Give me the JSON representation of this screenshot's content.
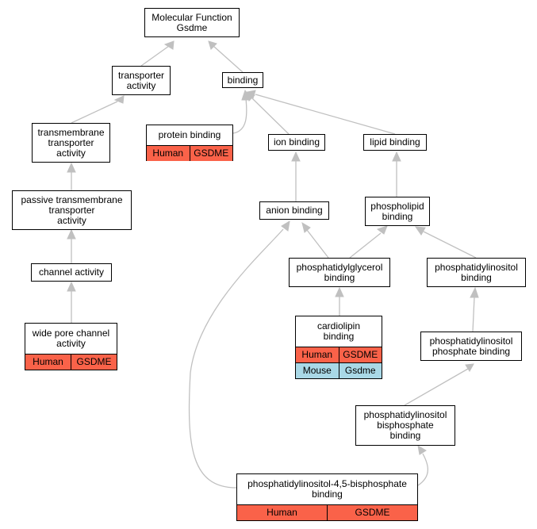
{
  "colors": {
    "edge": "#c0c0c0",
    "human_row": "#fa6249",
    "mouse_row": "#a9d8e6"
  },
  "nodes": {
    "root": {
      "label": "Molecular Function\nGsdme"
    },
    "transporter_activity": {
      "label": "transporter\nactivity"
    },
    "binding": {
      "label": "binding"
    },
    "transmembrane_transporter_activity": {
      "label": "transmembrane\ntransporter\nactivity"
    },
    "protein_binding": {
      "label": "protein binding",
      "rows": [
        {
          "species": "Human",
          "gene": "GSDME"
        }
      ]
    },
    "ion_binding": {
      "label": "ion binding"
    },
    "lipid_binding": {
      "label": "lipid binding"
    },
    "passive_transmembrane_transporter_activity": {
      "label": "passive transmembrane\ntransporter\nactivity"
    },
    "anion_binding": {
      "label": "anion binding"
    },
    "phospholipid_binding": {
      "label": "phospholipid\nbinding"
    },
    "channel_activity": {
      "label": "channel activity"
    },
    "phosphatidylglycerol_binding": {
      "label": "phosphatidylglycerol\nbinding"
    },
    "phosphatidylinositol_binding": {
      "label": "phosphatidylinositol\nbinding"
    },
    "wide_pore_channel_activity": {
      "label": "wide pore channel\nactivity",
      "rows": [
        {
          "species": "Human",
          "gene": "GSDME"
        }
      ]
    },
    "cardiolipin_binding": {
      "label": "cardiolipin\nbinding",
      "rows": [
        {
          "species": "Human",
          "gene": "GSDME"
        },
        {
          "species": "Mouse",
          "gene": "Gsdme"
        }
      ]
    },
    "phosphatidylinositol_phosphate_binding": {
      "label": "phosphatidylinositol\nphosphate binding"
    },
    "phosphatidylinositol_bisphosphate_binding": {
      "label": "phosphatidylinositol\nbisphosphate\nbinding"
    },
    "pip2_binding": {
      "label": "phosphatidylinositol-4,5-bisphosphate\nbinding",
      "rows": [
        {
          "species": "Human",
          "gene": "GSDME"
        }
      ]
    }
  }
}
